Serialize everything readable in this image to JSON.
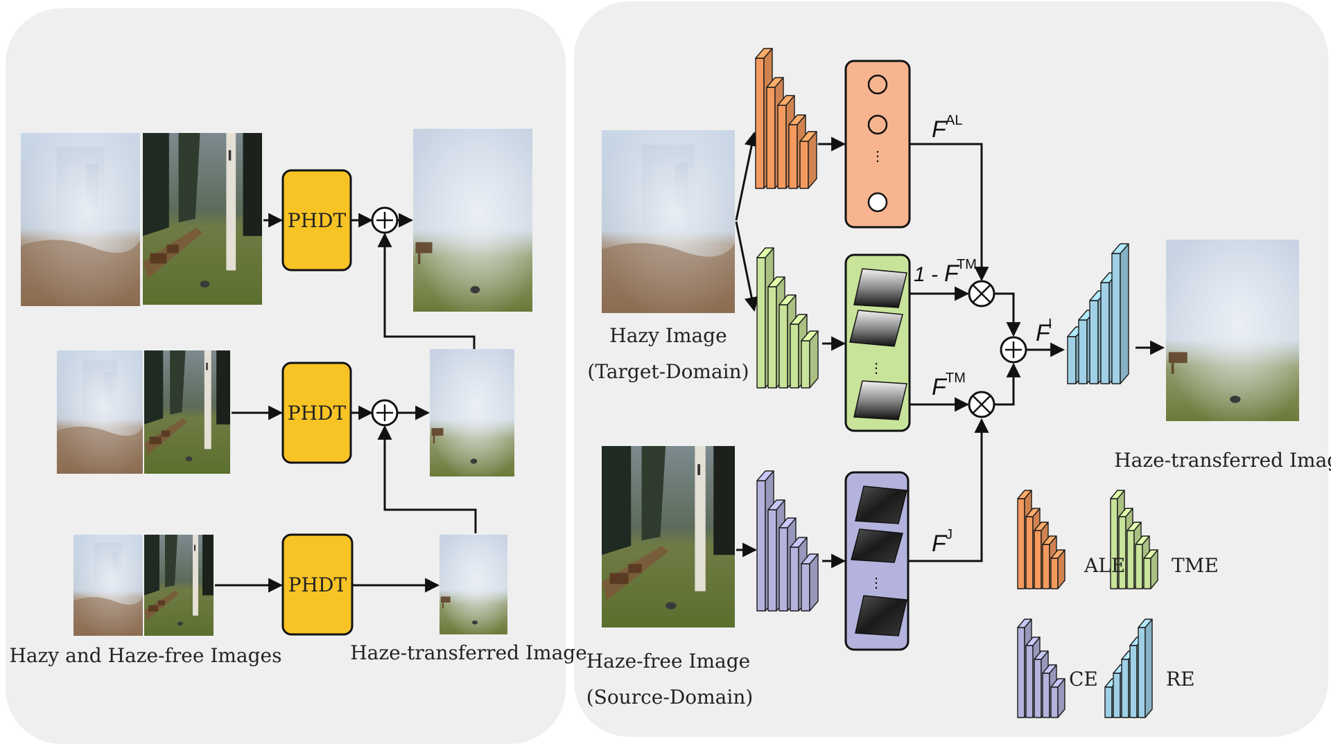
{
  "left_panel": {
    "block_label": "PHDT",
    "input_caption": "Hazy and Haze-free Images",
    "output_caption": "Haze-transferred Image"
  },
  "right_panel": {
    "hazy_caption_line1": "Hazy Image",
    "hazy_caption_line2": "(Target-Domain)",
    "clear_caption_line1": "Haze-free Image",
    "clear_caption_line2": "(Source-Domain)",
    "output_caption": "Haze-transferred Image",
    "feature_labels": {
      "al": {
        "base": "F",
        "sup": "AL"
      },
      "one_minus_tm": {
        "prefix": "1 - ",
        "base": "F",
        "sup": "TM"
      },
      "tm": {
        "base": "F",
        "sup": "TM"
      },
      "j": {
        "base": "F",
        "sup": "J"
      },
      "i": {
        "base": "F",
        "sup": "I"
      }
    },
    "legend": {
      "ale": "ALE",
      "tme": "TME",
      "ce": "CE",
      "re": "RE"
    }
  },
  "colors": {
    "panel_bg": "#efefef",
    "phdt_fill": "#f7c325",
    "ale_orange": "#f59a5e",
    "tme_green": "#c8e39a",
    "ce_purple": "#b3b3dd",
    "re_blue": "#9fd0e6",
    "al_box": "#f8b48f",
    "tm_box": "#c8e39a",
    "j_box": "#b3b3dd"
  }
}
